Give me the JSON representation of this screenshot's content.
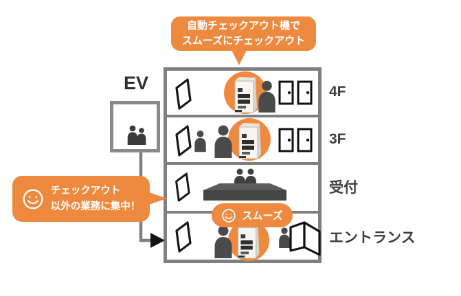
{
  "colors": {
    "orange": "#ee8a3f",
    "frame_gray": "#7f7f7f",
    "icon_dark": "#4a4a4a",
    "label_dark": "#3d3d3d"
  },
  "callouts": {
    "top_bubble": {
      "line1": "自動チェックアウト機で",
      "line2": "スムーズにチェックアウト"
    },
    "left_bubble": {
      "line1": "チェックアウト",
      "line2": "以外の業務に集中！"
    },
    "smooth_badge": {
      "label": "スムーズ"
    }
  },
  "elevator": {
    "label": "EV"
  },
  "floors": [
    {
      "label": "4F"
    },
    {
      "label": "3F"
    },
    {
      "label": "受付"
    },
    {
      "label": "エントランス"
    }
  ],
  "icons": {
    "smiley": "smiley-face-icon",
    "open_door": "open-door-icon",
    "closed_door": "door-with-handle-icon",
    "double_door": "open-double-door-icon",
    "kiosk": "self-checkout-kiosk-icon",
    "person": "person-icon",
    "reception_desk": "reception-desk-icon",
    "elevator_people": "elevator-people-icon",
    "flow_arrow": "down-right-arrow"
  }
}
